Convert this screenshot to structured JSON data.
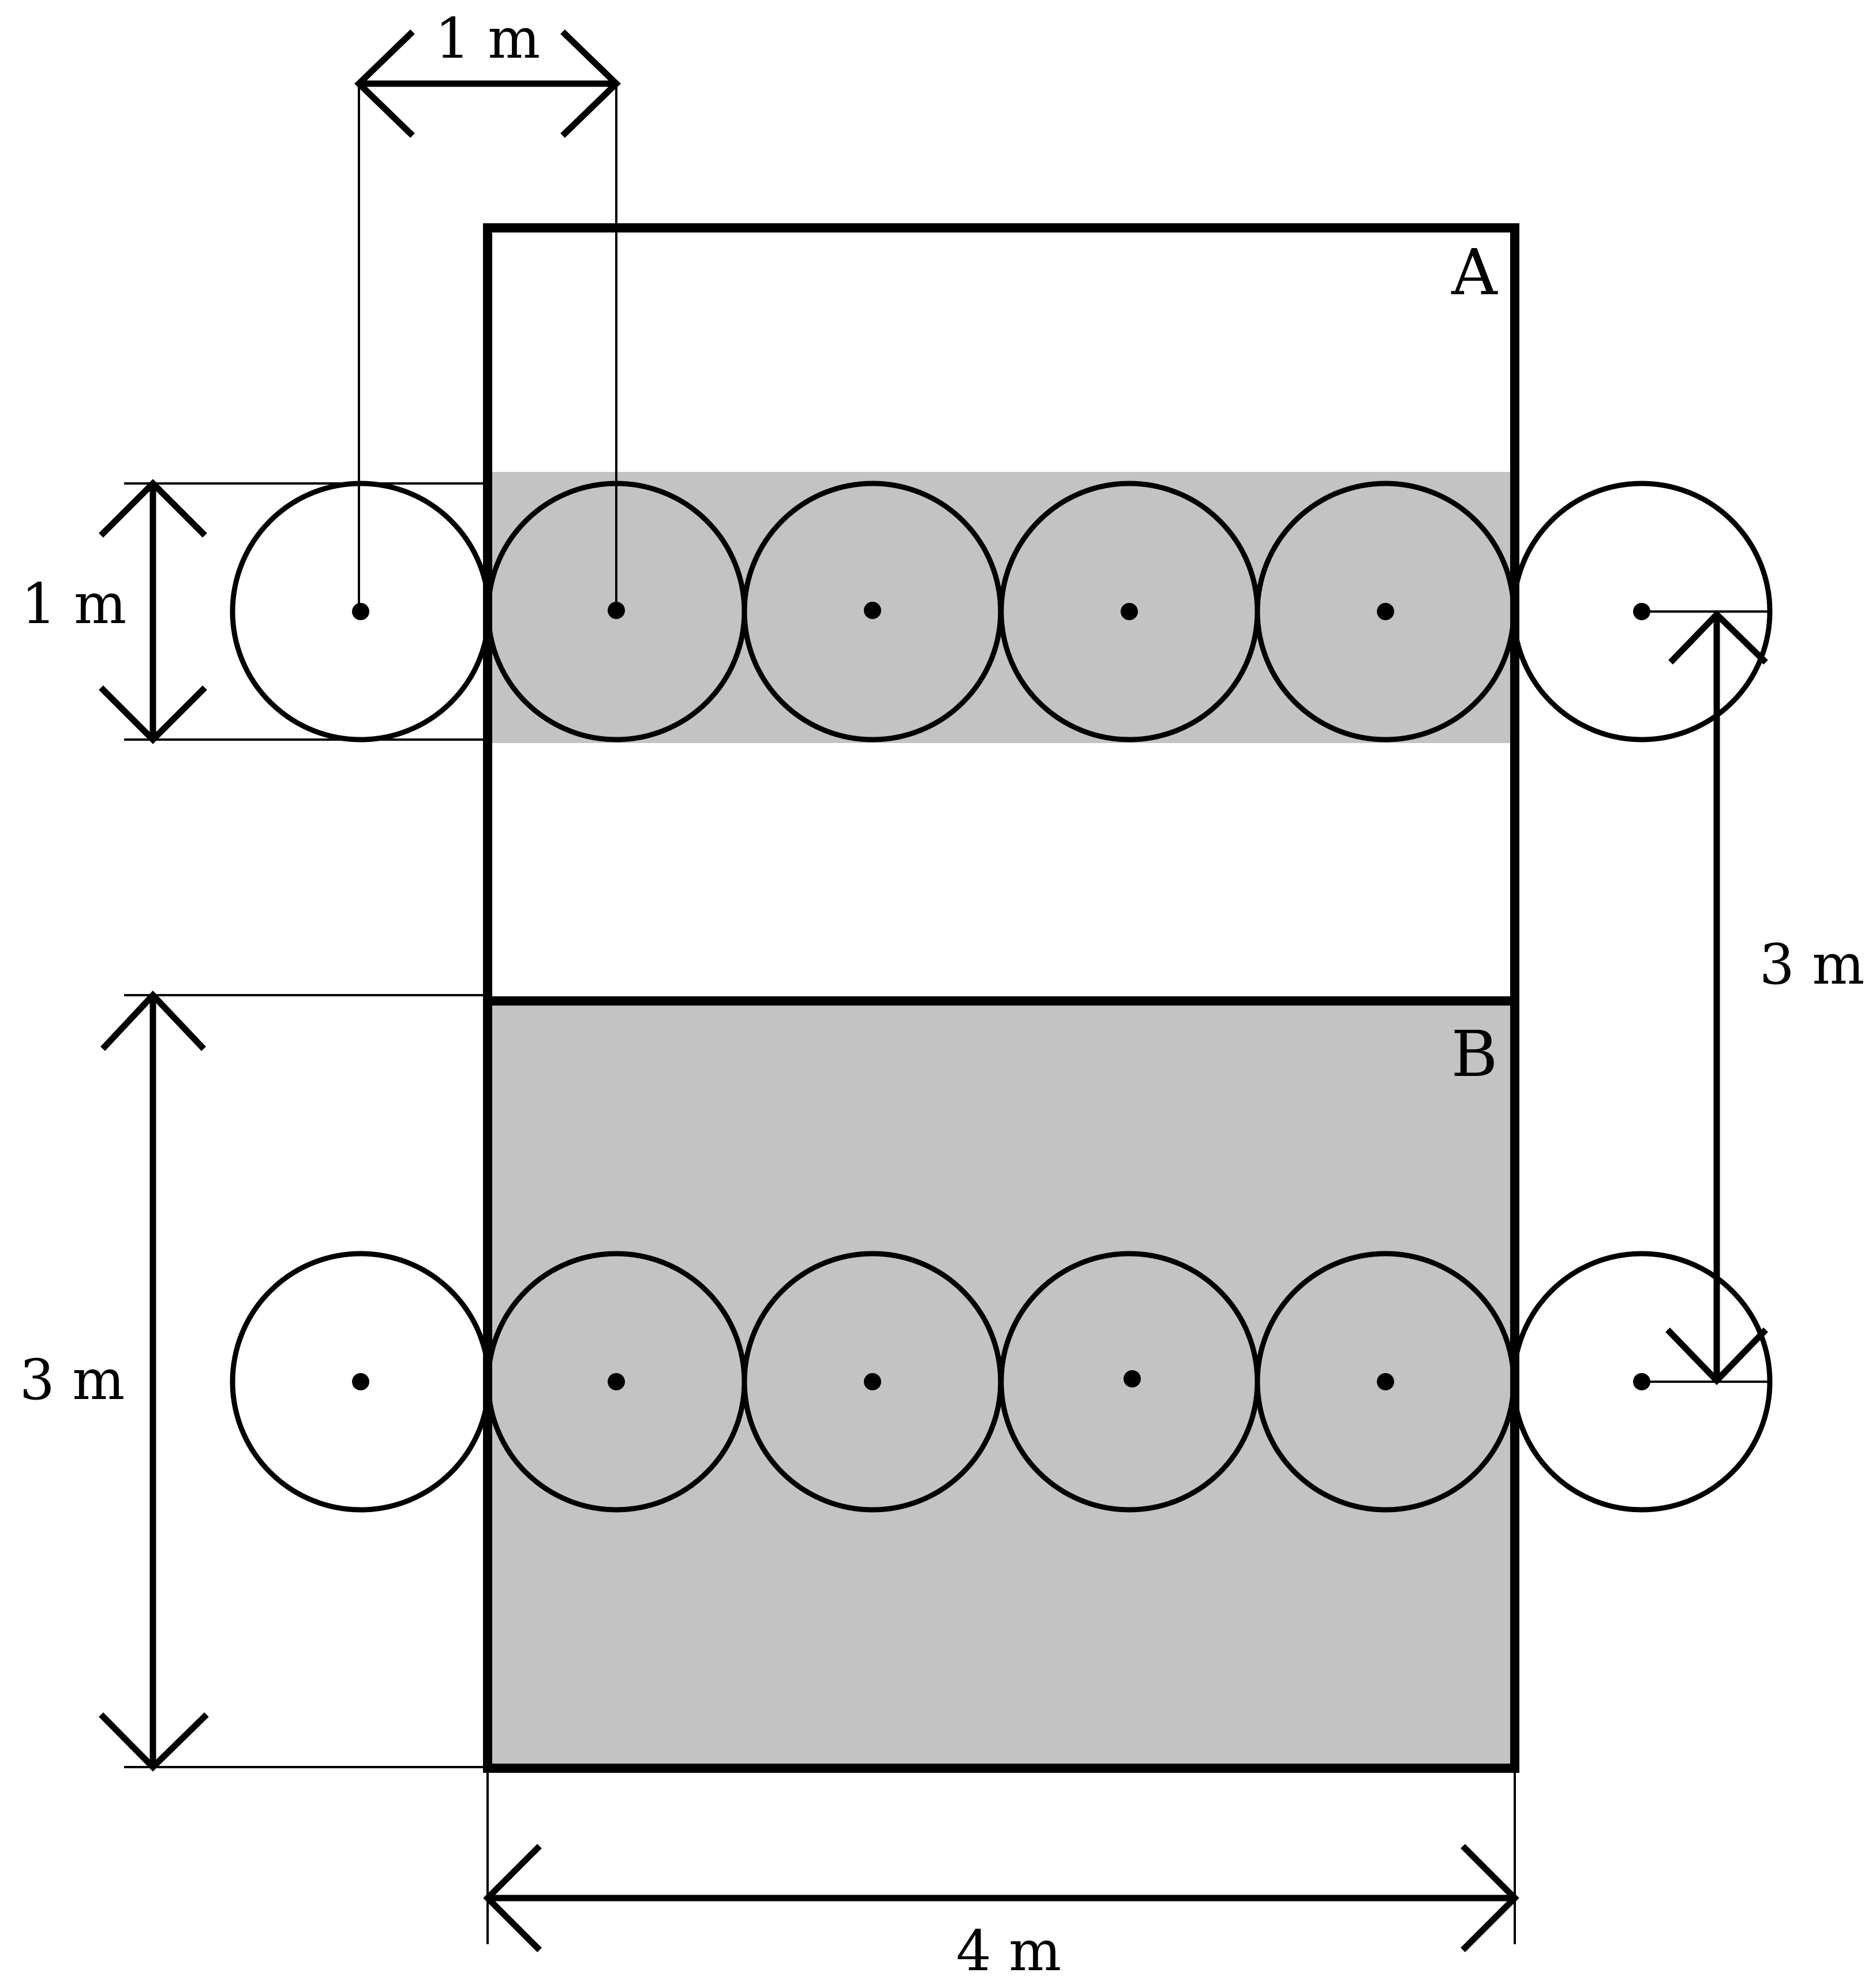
{
  "colors": {
    "ink": "#000000",
    "shade": "#c3c3c3",
    "background": "#ffffff"
  },
  "regions": {
    "a": {
      "label": "A",
      "shaded": "strip"
    },
    "b": {
      "label": "B",
      "shaded": "full"
    }
  },
  "dimensions": {
    "top_spacing": "1 m",
    "left_strip": "1 m",
    "right_row_gap": "3 m",
    "left_region_b": "3 m",
    "bottom_width": "4 m"
  },
  "rows": [
    {
      "circles": 6,
      "shaded_circles": 4
    },
    {
      "circles": 6,
      "shaded_circles": 4
    }
  ]
}
